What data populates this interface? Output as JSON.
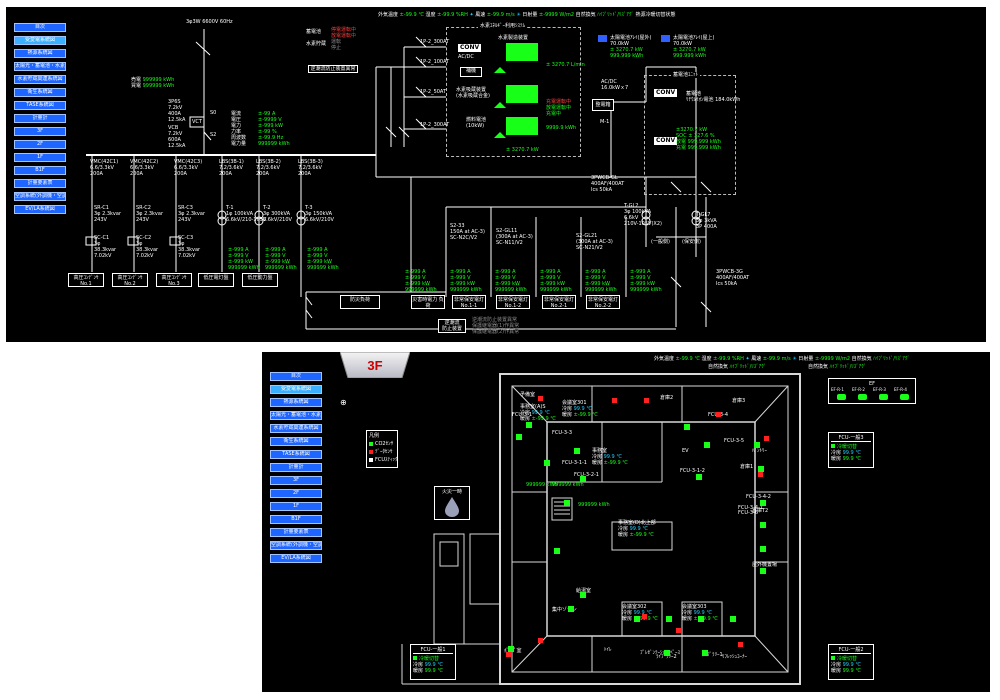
{
  "nav_items": [
    "目次",
    "受変電系統図",
    "熱源系統図",
    "太陽光・蓄電池・水素系統図",
    "水素貯蔵関連系統図",
    "衛生系統図",
    "TASE系統図",
    "計量計",
    "3F",
    "2F",
    "1F",
    "B1F",
    "計量要素表",
    "空調系統(外調機・空調機)",
    "EV/LA系統図"
  ],
  "header_weather": {
    "outdoor_temp": "外気温度",
    "outdoor_temp_val": "±-99.9 ℃",
    "humidity": "湿度",
    "humidity_val": "±-99.9 %RH",
    "wind_speed": "風速",
    "wind_speed_val": "±-99.9 m/s",
    "solar": "日射量",
    "solar_val": "±-9999 W/m2",
    "natural_vent": "自然換気",
    "natural_vent_val": "ﾊｲﾌﾞﾘｯﾄﾞ",
    "natural_vent_status": "ﾊｲﾌﾞﾘｯﾄﾞ/ﾘｽﾞｱｸﾞ",
    "switch_status": "熱源冷暖切替状態"
  },
  "power": {
    "incoming": "3φ3W 6600V 60Hz",
    "storage_label": "蓄電池",
    "storage_states": [
      "停電運転中",
      "放電運転中",
      "停止",
      "充電"
    ],
    "hydrogen_label": "水素貯蔵",
    "hydrogen_states": [
      "運転",
      "停止"
    ],
    "reverse_warning": "逆潮流防止装置異常",
    "sell": "売電",
    "buy": "買電",
    "sell_val": "999999 kWh",
    "buy_val": "999999 kWh",
    "vct": "VCT",
    "main_rating": [
      "3P6S",
      "7.2kV",
      "400A",
      "12.5kA"
    ],
    "vcb_rating": [
      "VCB",
      "7.2kV",
      "600A",
      "12.5kA"
    ],
    "s1": "S0",
    "s2": "S2",
    "meas_labels": [
      "電流",
      "電圧",
      "電力",
      "力率",
      "周波数",
      "電力量"
    ],
    "meas_vals": [
      "±-99 A",
      "±-9999 V",
      "±-999 kW",
      "±-99 %",
      "±-99.9 Hz",
      "999999 kWh"
    ],
    "feeders": [
      {
        "name": "VMC(42C1)",
        "rating": "6.6/3.3kV",
        "amp": "200A"
      },
      {
        "name": "VMC(42C2)",
        "rating": "6.6/3.3kV",
        "amp": "200A"
      },
      {
        "name": "VMC(42C3)",
        "rating": "6.6/3.3kV",
        "amp": "200A"
      },
      {
        "name": "LBS(3B-1)",
        "rating": "7.2/3.6kV",
        "amp": "200A"
      },
      {
        "name": "LBS(3B-2)",
        "rating": "7.2/3.6kV",
        "amp": "200A"
      },
      {
        "name": "LBS(3B-3)",
        "rating": "7.2/3.6kV",
        "amp": "200A"
      }
    ],
    "caps": [
      {
        "sr": "SR-C1",
        "spec": "3φ 2.3kvar",
        "v": "243V",
        "sc": "SC-C1",
        "kvar": "38.3kvar",
        "kv": "7.02kV"
      },
      {
        "sr": "SR-C2",
        "spec": "3φ 2.3kvar",
        "v": "243V",
        "sc": "SC-C2",
        "kvar": "38.3kvar",
        "kv": "7.02kV"
      },
      {
        "sr": "SR-C3",
        "spec": "3φ 2.3kvar",
        "v": "243V",
        "sc": "SC-C3",
        "kvar": "38.3kvar",
        "kv": "7.02kV"
      }
    ],
    "trans": [
      {
        "name": "T-1",
        "spec": "1φ 100kVA",
        "v": "6.6kV/210-105V"
      },
      {
        "name": "T-2",
        "spec": "3φ 300kVA",
        "v": "6.6kV/210V"
      },
      {
        "name": "T-3",
        "spec": "3φ 150kVA",
        "v": "6.6kV/210V"
      }
    ],
    "loads": [
      "高圧ｺﾝﾃﾞﾝｻ No.1",
      "高圧ｺﾝﾃﾞﾝｻ No.2",
      "高圧ｺﾝﾃﾞﾝｻ No.3",
      "低圧電灯盤",
      "低圧動力盤",
      "防災負荷",
      "災害時電力 負荷",
      "非常保安電灯 No.1-1",
      "非常保安電灯 No.1-2",
      "非常保安電灯 No.2-1",
      "非常保安電灯 No.2-2"
    ],
    "inverse_device": "逆潮流 防止装置",
    "inverse_states": [
      "逆潮流防止装置異常",
      "保護継電器(1)作異常",
      "保護継電器(2)作異常"
    ],
    "hydro_section": "水素ｴﾈﾙｷﾞｰ利用ｼｽﾃﾑ",
    "hydro_maker": "水素製造装置",
    "hydro_storage": "水素吸蔵装置\n(水素吸蔵合金)",
    "fuel_cell": "燃料電池\n(10kW)",
    "conv": "CONV",
    "acdc": "AC/DC",
    "hydro_flow": "± 3270.7 L/min",
    "kw_val": "± 3270.7 kW",
    "kwh_val": "9999.9 kWh",
    "breakers": [
      "1P-2_300AT",
      "1P-2_100AT",
      "1P-2_50AT",
      "1P-2_300AT"
    ],
    "pv1": "太陽電池ｱﾚｲ(屋外)",
    "pv1_kw": "70.0kW",
    "pv2": "太陽電池ｱﾚｲ(屋上)",
    "pv2_kw": "70.0kW",
    "pv_vals": [
      "± 3270.7 kW",
      "999.999 kWh"
    ],
    "battery_section": "蓄電池ﾕﾆｯﾄ",
    "battery": "蓄電池",
    "battery_spec": "ﾘﾁｳﾑｲｵﾝ電池 184.0kWh",
    "battery_vals": [
      "±3270.7 kW",
      "SOC  ±  327.6 %",
      "放電  999.999 kWh",
      "充電  999.999 kWh"
    ],
    "panel": "整電箱",
    "dc_ac": "AC/DC\n16.0kWｘ7",
    "sub_breakers": [
      {
        "name": "3PWCB-GL",
        "spec": "400AF/400AT",
        "ics": "Ics 50kA"
      },
      {
        "name": "3PWCB-3G",
        "spec": "400AF/400AT",
        "ics": "Ics 50kA"
      }
    ],
    "trans_small": [
      "T-GL2",
      "3φ 100kVA",
      "6.6kV",
      "210V-105V(X2)"
    ],
    "trans_small2": [
      "T-GL7",
      "3φ 3kVA",
      "3P 400A"
    ],
    "sub_feeders": [
      {
        "name": "S2-33",
        "spec": "150A at AC-3)",
        "sc": "SC-N2C/V2"
      },
      {
        "name": "S2-GL11",
        "spec": "(300A at AC-3)",
        "sc": "SC-N11/V2"
      },
      {
        "name": "S2-GL21",
        "spec": "(300A at AC-3)",
        "sc": "SC-N21/V2"
      }
    ],
    "meas_small": [
      "±-999 A",
      "±-999 V",
      "±-999 kW",
      "999999 kWh"
    ],
    "grid_labels": [
      "(一般側)",
      "(保安側)"
    ]
  },
  "floor": {
    "badge": "3F",
    "legend_title": "凡例",
    "legend": [
      "CO2ｾﾝｻ",
      "ﾃﾞｰﾀｾﾝｻ",
      "FCUｽﾃｨｯｸ"
    ],
    "fire": "火災一時",
    "ef_title": "EF",
    "ef_items": [
      "EF-R-1",
      "EF-R-2",
      "EF-R-3",
      "EF-R-4"
    ],
    "fcu_panels": [
      {
        "title": "FCU-一般3",
        "l1": "冷房",
        "l2": "暖房",
        "v1": "99.9 ℃",
        "v2": "99.9 ℃"
      },
      {
        "title": "FCU-一般1",
        "l1": "冷房",
        "l2": "暖房",
        "v1": "99.9 ℃",
        "v2": "99.9 ℃"
      },
      {
        "title": "FCU-一般2",
        "l1": "冷房",
        "l2": "暖房",
        "v1": "99.9 ℃",
        "v2": "99.9 ℃"
      }
    ],
    "rooms": [
      {
        "name": "事務室(A)S",
        "v1": "99.9 ℃",
        "v2": "±-99.9 ℃"
      },
      {
        "name": "会議室301",
        "v1": "99.9 ℃",
        "v2": "±-99.9 ℃"
      },
      {
        "name": "事務室",
        "v1": "99.9 ℃",
        "v2": "±-99.9 ℃"
      },
      {
        "name": "事務室(D)北上部",
        "v1": "99.9 ℃",
        "v2": "±-99.9 ℃"
      },
      {
        "name": "会議室302",
        "v1": "99.9 ℃",
        "v2": "±-99.9 ℃"
      },
      {
        "name": "会議室303",
        "v1": "99.9 ℃",
        "v2": "±-99.9 ℃"
      }
    ],
    "room_labels": [
      "予備室",
      "FCU-3-1",
      "FCU-3-3",
      "FCU-3-1-1",
      "FCU-3-2-1",
      "FCU-3-1-2",
      "FCU-3-4",
      "FCU-3-5",
      "FCU-3-4-2",
      "FCU-3-4-1",
      "FCU-3-6",
      "倉庫1",
      "倉庫2",
      "倉庫3",
      "給湯室",
      "集中ゾーン",
      "ﾌﾟﾚｾﾞﾝﾃｰｼｮﾝｽﾍﾟｰｽ",
      "ﾗｲﾌﾞﾗﾘｰ1",
      "ﾗｲﾌﾞﾗﾘｰ2",
      "ﾘﾌﾚｯｼｭｺｰﾅｰ",
      "ﾄｲﾚ",
      "EV",
      "ﾊﾟﾝﾄﾘｰ",
      "倉庫T2",
      "屋外機置場",
      "ﾎﾟﾝﾌﾟ室"
    ],
    "energy": "999999 kWh",
    "room_states": [
      "冷房",
      "暖房"
    ]
  }
}
